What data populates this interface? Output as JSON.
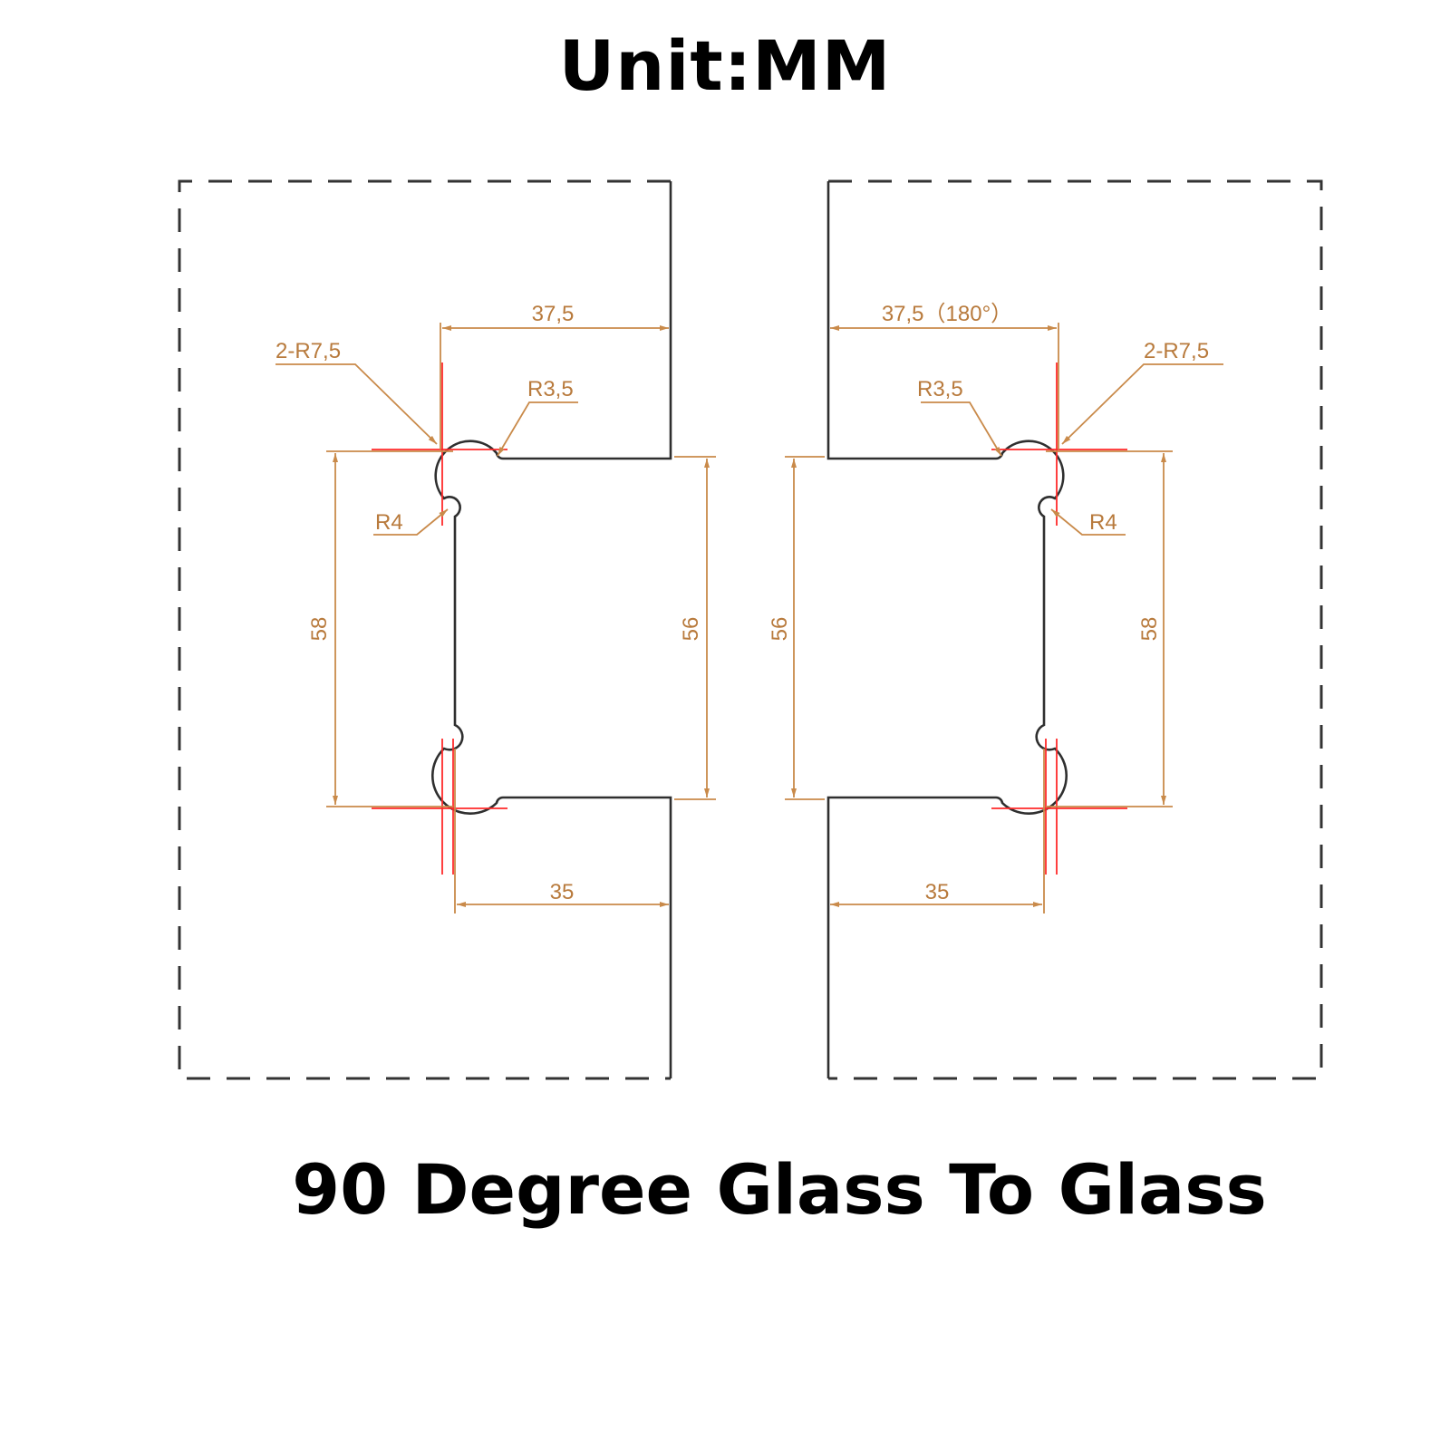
{
  "title": "Unit:MM",
  "caption": "90 Degree Glass To Glass",
  "colors": {
    "outline": "#2f2f2f",
    "dimension": "#c98a4a",
    "dimension_text": "#b87a3c",
    "centerline": "#ff2a2a"
  },
  "left_drawing": {
    "dim_top": "37,5",
    "dim_bottom": "35",
    "dim_height_outer": "58",
    "dim_height_inner": "56",
    "radius_large": "2-R7,5",
    "radius_corner": "R3,5",
    "radius_inner": "R4"
  },
  "right_drawing": {
    "dim_top": "37,5（180°）",
    "dim_bottom": "35",
    "dim_height_outer": "58",
    "dim_height_inner": "56",
    "radius_large": "2-R7,5",
    "radius_corner": "R3,5",
    "radius_inner": "R4"
  }
}
